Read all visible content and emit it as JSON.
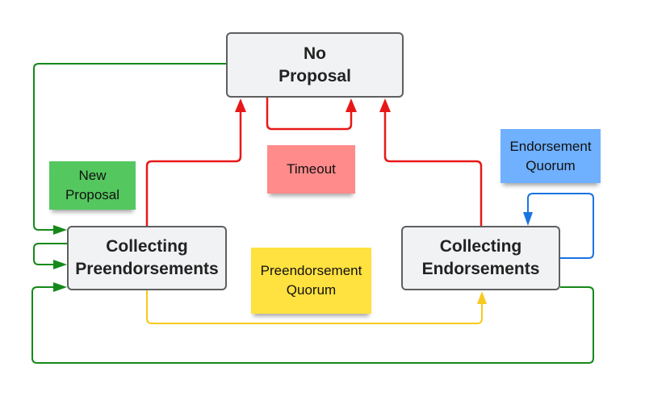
{
  "diagram": {
    "states": {
      "no_proposal": "No\nProposal",
      "collecting_preendorsements": "Collecting\nPreendorsements",
      "collecting_endorsements": "Collecting\nEndorsements"
    },
    "notes": {
      "new_proposal": {
        "label": "New\nProposal",
        "color": "#55c75f"
      },
      "timeout": {
        "label": "Timeout",
        "color": "#ff8b8b"
      },
      "preendorsement_quorum": {
        "label": "Preendorsement\nQuorum",
        "color": "#ffe13f"
      },
      "endorsement_quorum": {
        "label": "Endorsement\nQuorum",
        "color": "#6fb0ff"
      }
    },
    "edge_colors": {
      "timeout": "#e81818",
      "new_proposal": "#15891a",
      "preendorsement_quorum": "#f7c91c",
      "endorsement_quorum": "#1a73e0"
    },
    "edges": [
      {
        "from": "collecting_preendorsements",
        "to": "no_proposal",
        "type": "timeout"
      },
      {
        "from": "no_proposal",
        "to": "no_proposal",
        "type": "timeout"
      },
      {
        "from": "collecting_endorsements",
        "to": "no_proposal",
        "type": "timeout"
      },
      {
        "from": "no_proposal",
        "to": "collecting_preendorsements",
        "type": "new_proposal"
      },
      {
        "from": "collecting_preendorsements",
        "to": "collecting_preendorsements",
        "type": "new_proposal"
      },
      {
        "from": "collecting_endorsements",
        "to": "collecting_preendorsements",
        "type": "new_proposal"
      },
      {
        "from": "collecting_preendorsements",
        "to": "collecting_endorsements",
        "type": "preendorsement_quorum"
      },
      {
        "from": "collecting_endorsements",
        "to": "collecting_endorsements",
        "type": "endorsement_quorum"
      }
    ]
  }
}
